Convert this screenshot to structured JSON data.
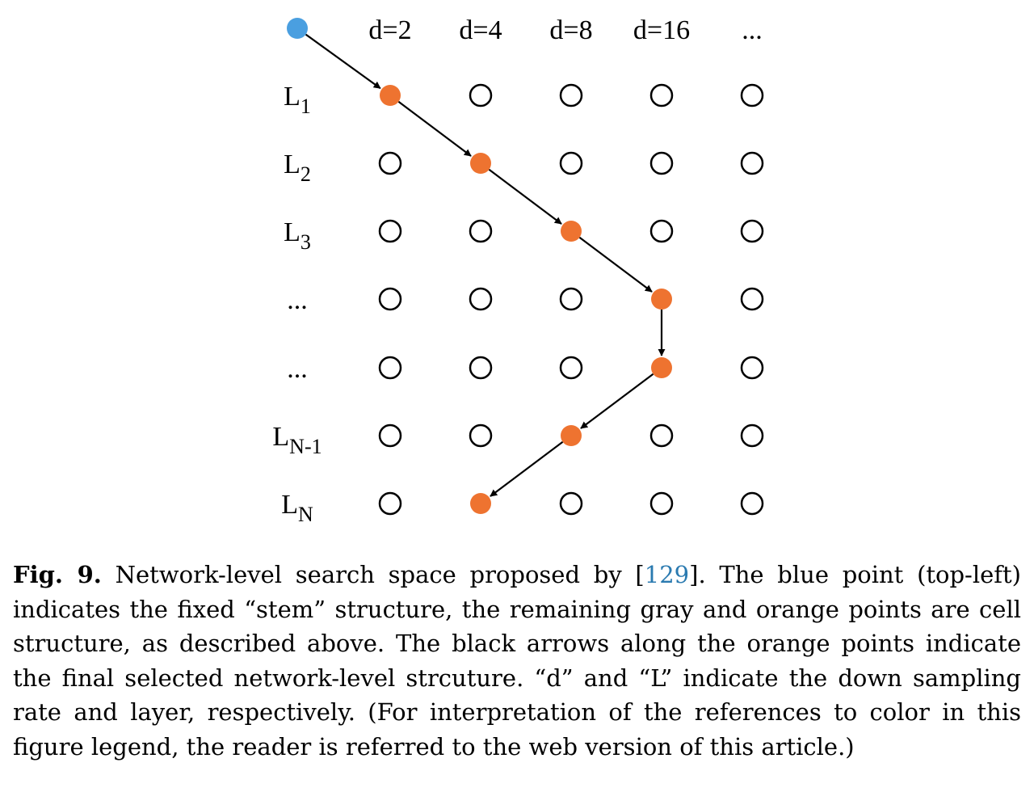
{
  "figure": {
    "column_labels": [
      "d=2",
      "d=4",
      "d=8",
      "d=16",
      "..."
    ],
    "row_labels": [
      {
        "base": "L",
        "sub": "1"
      },
      {
        "base": "L",
        "sub": "2"
      },
      {
        "base": "L",
        "sub": "3"
      },
      {
        "base": "...",
        "sub": ""
      },
      {
        "base": "...",
        "sub": ""
      },
      {
        "base": "L",
        "sub": "N-1"
      },
      {
        "base": "L",
        "sub": "N"
      }
    ],
    "grid_columns": 5,
    "grid_rows": 7,
    "selected_path": [
      [
        0,
        0
      ],
      [
        1,
        1
      ],
      [
        2,
        2
      ],
      [
        3,
        3
      ],
      [
        4,
        3
      ],
      [
        5,
        2
      ],
      [
        6,
        1
      ]
    ],
    "colors": {
      "stem": "#4a9fe0",
      "selected": "#ee7330",
      "node_outline": "#000000",
      "arrow": "#000000"
    }
  },
  "caption": {
    "label": "Fig. 9.",
    "text_before_ref": " Network-level search space proposed by [",
    "ref": "129",
    "text_after_ref": "]. The blue point (top-left) indicates the fixed “stem” structure, the remaining gray and orange points are cell structure, as described above. The black arrows along the orange points indicate the final selected network-level strcuture. “d” and “L” indicate the down sampling rate and layer, respectively. (For interpretation of the references to color in this figure legend, the reader is referred to the web version of this article.)"
  }
}
